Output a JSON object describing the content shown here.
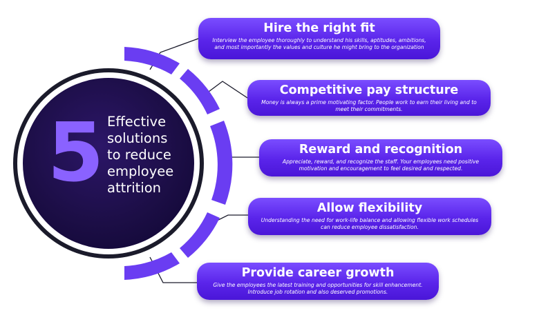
{
  "center": {
    "number": "5",
    "lines": [
      "Effective",
      "solutions",
      "to reduce",
      "employee",
      "attrition"
    ]
  },
  "items": [
    {
      "title": "Hire the right fit",
      "desc": "Interview the employee thoroughly to understand his skills, aptitudes, ambitions, and most importantly the values and culture he might bring to the organization"
    },
    {
      "title": "Competitive pay structure",
      "desc": "Money is always a prime motivating factor. People work to earn their living and to meet their commitments."
    },
    {
      "title": "Reward and recognition",
      "desc": "Appreciate, reward, and recognize the staff. Your employees need positive motivation and encouragement to feel desired and respected."
    },
    {
      "title": "Allow flexibility",
      "desc": "Understanding the need for work-life balance and allowing flexible work schedules can reduce employee dissatisfaction."
    },
    {
      "title": "Provide career growth",
      "desc": "Give the employees the latest training and opportunities for skill enhancement. Introduce job rotation and also deserved promotions."
    }
  ],
  "colors": {
    "circle_dark": "#1c0e46",
    "ring_outline": "#1b1b2b",
    "segment": "#6a3df2",
    "card_top": "#7a4dff",
    "card_bottom": "#4a16d8",
    "number": "#8a62ff"
  }
}
